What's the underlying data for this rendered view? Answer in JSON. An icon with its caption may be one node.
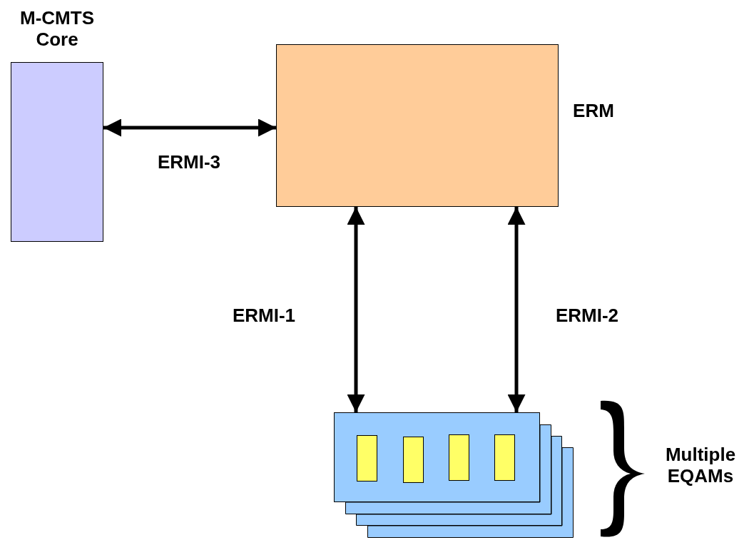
{
  "diagram": {
    "nodes": [
      {
        "text": [
          "M-CMTS Core"
        ]
      },
      {
        "text": [
          "ERM"
        ]
      },
      {
        "text": [],
        "shape": "box"
      },
      {
        "text": [],
        "shape": "box",
        "in": 2
      },
      {
        "text": [],
        "shape": "box",
        "in": 2
      },
      {
        "text": [],
        "shape": "box",
        "in": 2
      },
      {
        "text": [],
        "shape": "box",
        "in": 2
      },
      {
        "text": [],
        "shape": "box"
      },
      {
        "text": [],
        "shape": "box"
      },
      {
        "text": [],
        "shape": "box"
      },
      {
        "text": [],
        "shape": "brace"
      }
    ],
    "edges": [
      {
        "from": 0,
        "to": 1,
        "arrow": "both",
        "label": "ERMI-3"
      },
      {
        "from": 1,
        "to": 2,
        "arrow": "both",
        "label": "ERMI-1"
      },
      {
        "from": 1,
        "to": 2,
        "arrow": "both",
        "label": "ERMI-2"
      }
    ],
    "labels": [
      "Multiple EQAMs"
    ]
  }
}
